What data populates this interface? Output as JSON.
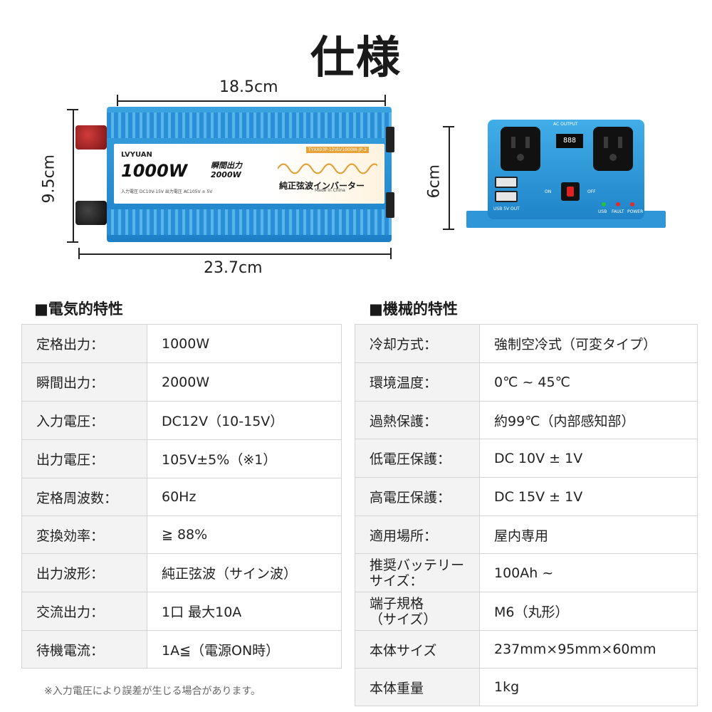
{
  "page": {
    "title": "仕様",
    "footnote": "※入力電圧により誤差が生じる場合があります。"
  },
  "dimensions": {
    "width_top": "18.5cm",
    "width_bottom": "23.7cm",
    "height_side": "9.5cm",
    "panel_height": "6cm"
  },
  "product_label": {
    "brand": "LVYUAN",
    "rated_power": "1000W",
    "peak_label": "瞬間出力",
    "peak_value": "2000W",
    "wave_text": "純正弦波インバーター",
    "model": "TYXX03P-12VLV1000W-JP-2",
    "input_small": "入力電圧 DC10V-15V   出力電圧 AC105V ± 5V",
    "made_in": "Made in China"
  },
  "front_panel": {
    "ac_output": "AC OUTPUT",
    "display_value": "888",
    "usb_label": "USB 5V OUT",
    "on_label": "ON",
    "off_label": "OFF",
    "led_usb": "USB",
    "led_fault": "FAULT",
    "led_power": "POWER",
    "colors": {
      "led_usb": "#22c33a",
      "led_fault": "#e62a2a",
      "led_power": "#e62a2a"
    }
  },
  "electrical": {
    "title": "■電気的特性",
    "rows": [
      {
        "key": "定格出力：",
        "value": "1000W"
      },
      {
        "key": "瞬間出力：",
        "value": "2000W"
      },
      {
        "key": "入力電圧：",
        "value": "DC12V（10-15V）"
      },
      {
        "key": "出力電圧：",
        "value": "105V±5%（※1）"
      },
      {
        "key": "定格周波数：",
        "value": "60Hz"
      },
      {
        "key": "変換効率：",
        "value": "≧ 88%"
      },
      {
        "key": "出力波形：",
        "value": "純正弦波（サイン波）"
      },
      {
        "key": "交流出力：",
        "value": "1口 最大10A"
      },
      {
        "key": "待機電流：",
        "value": "1A≦（電源ON時）"
      }
    ]
  },
  "mechanical": {
    "title": "■機械的特性",
    "rows": [
      {
        "key": "冷却方式：",
        "value": "強制空冷式（可変タイプ）"
      },
      {
        "key": "環境温度：",
        "value": "0℃ ~ 45℃"
      },
      {
        "key": "過熱保護：",
        "value": "約99℃（内部感知部）"
      },
      {
        "key": "低電圧保護：",
        "value": "DC 10V ± 1V"
      },
      {
        "key": "高電圧保護：",
        "value": "DC 15V ± 1V"
      },
      {
        "key": "適用場所：",
        "value": "屋内専用"
      },
      {
        "key": "推奨バッテリーサイズ：",
        "key_line1": "推奨バッテリー",
        "key_line2": "サイズ：",
        "value": "100Ah ~"
      },
      {
        "key": "端子規格（サイズ）",
        "key_line1": "端子規格",
        "key_line2": "（サイズ）",
        "value": "M6（丸形）"
      },
      {
        "key": "本体サイズ",
        "value": "237mm×95mm×60mm"
      },
      {
        "key": "本体重量",
        "value": "1kg"
      }
    ]
  }
}
